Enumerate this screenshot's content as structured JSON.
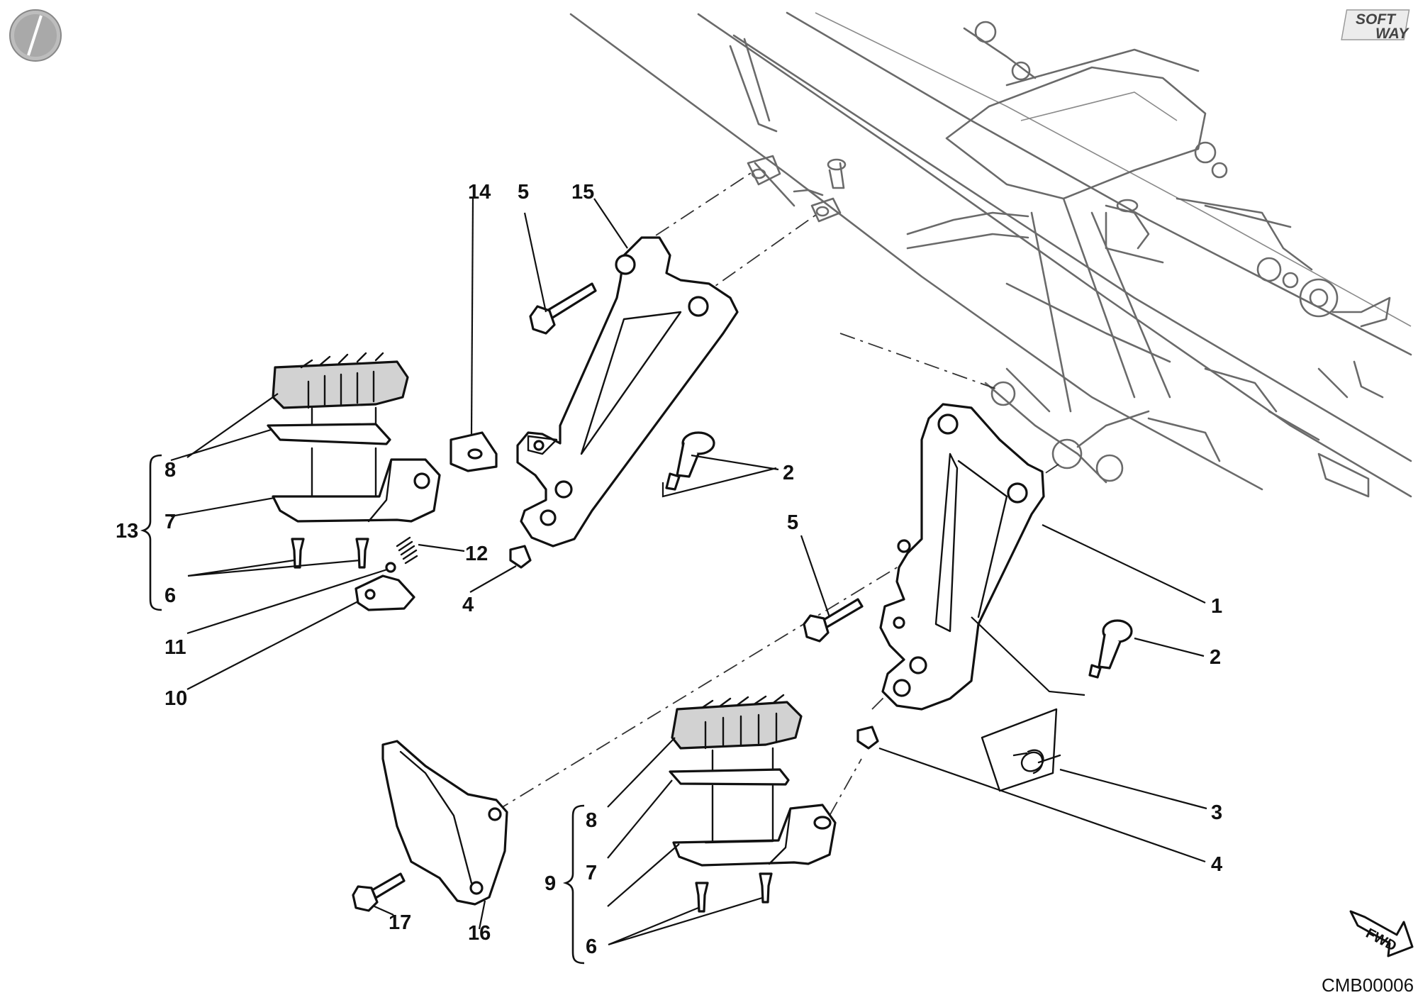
{
  "diagram": {
    "code": "CMB00006",
    "logo": {
      "line1": "SOFT",
      "line2": "WAY"
    },
    "fwd_label": "FWD"
  },
  "callouts": {
    "c1": "1",
    "c2a": "2",
    "c2b": "2",
    "c3": "3",
    "c4a": "4",
    "c4b": "4",
    "c5a": "5",
    "c5b": "5",
    "c6a": "6",
    "c6b": "6",
    "c7a": "7",
    "c7b": "7",
    "c8a": "8",
    "c8b": "8",
    "c9": "9",
    "c10": "10",
    "c11": "11",
    "c12": "12",
    "c13": "13",
    "c14": "14",
    "c15": "15",
    "c16": "16",
    "c17": "17"
  }
}
